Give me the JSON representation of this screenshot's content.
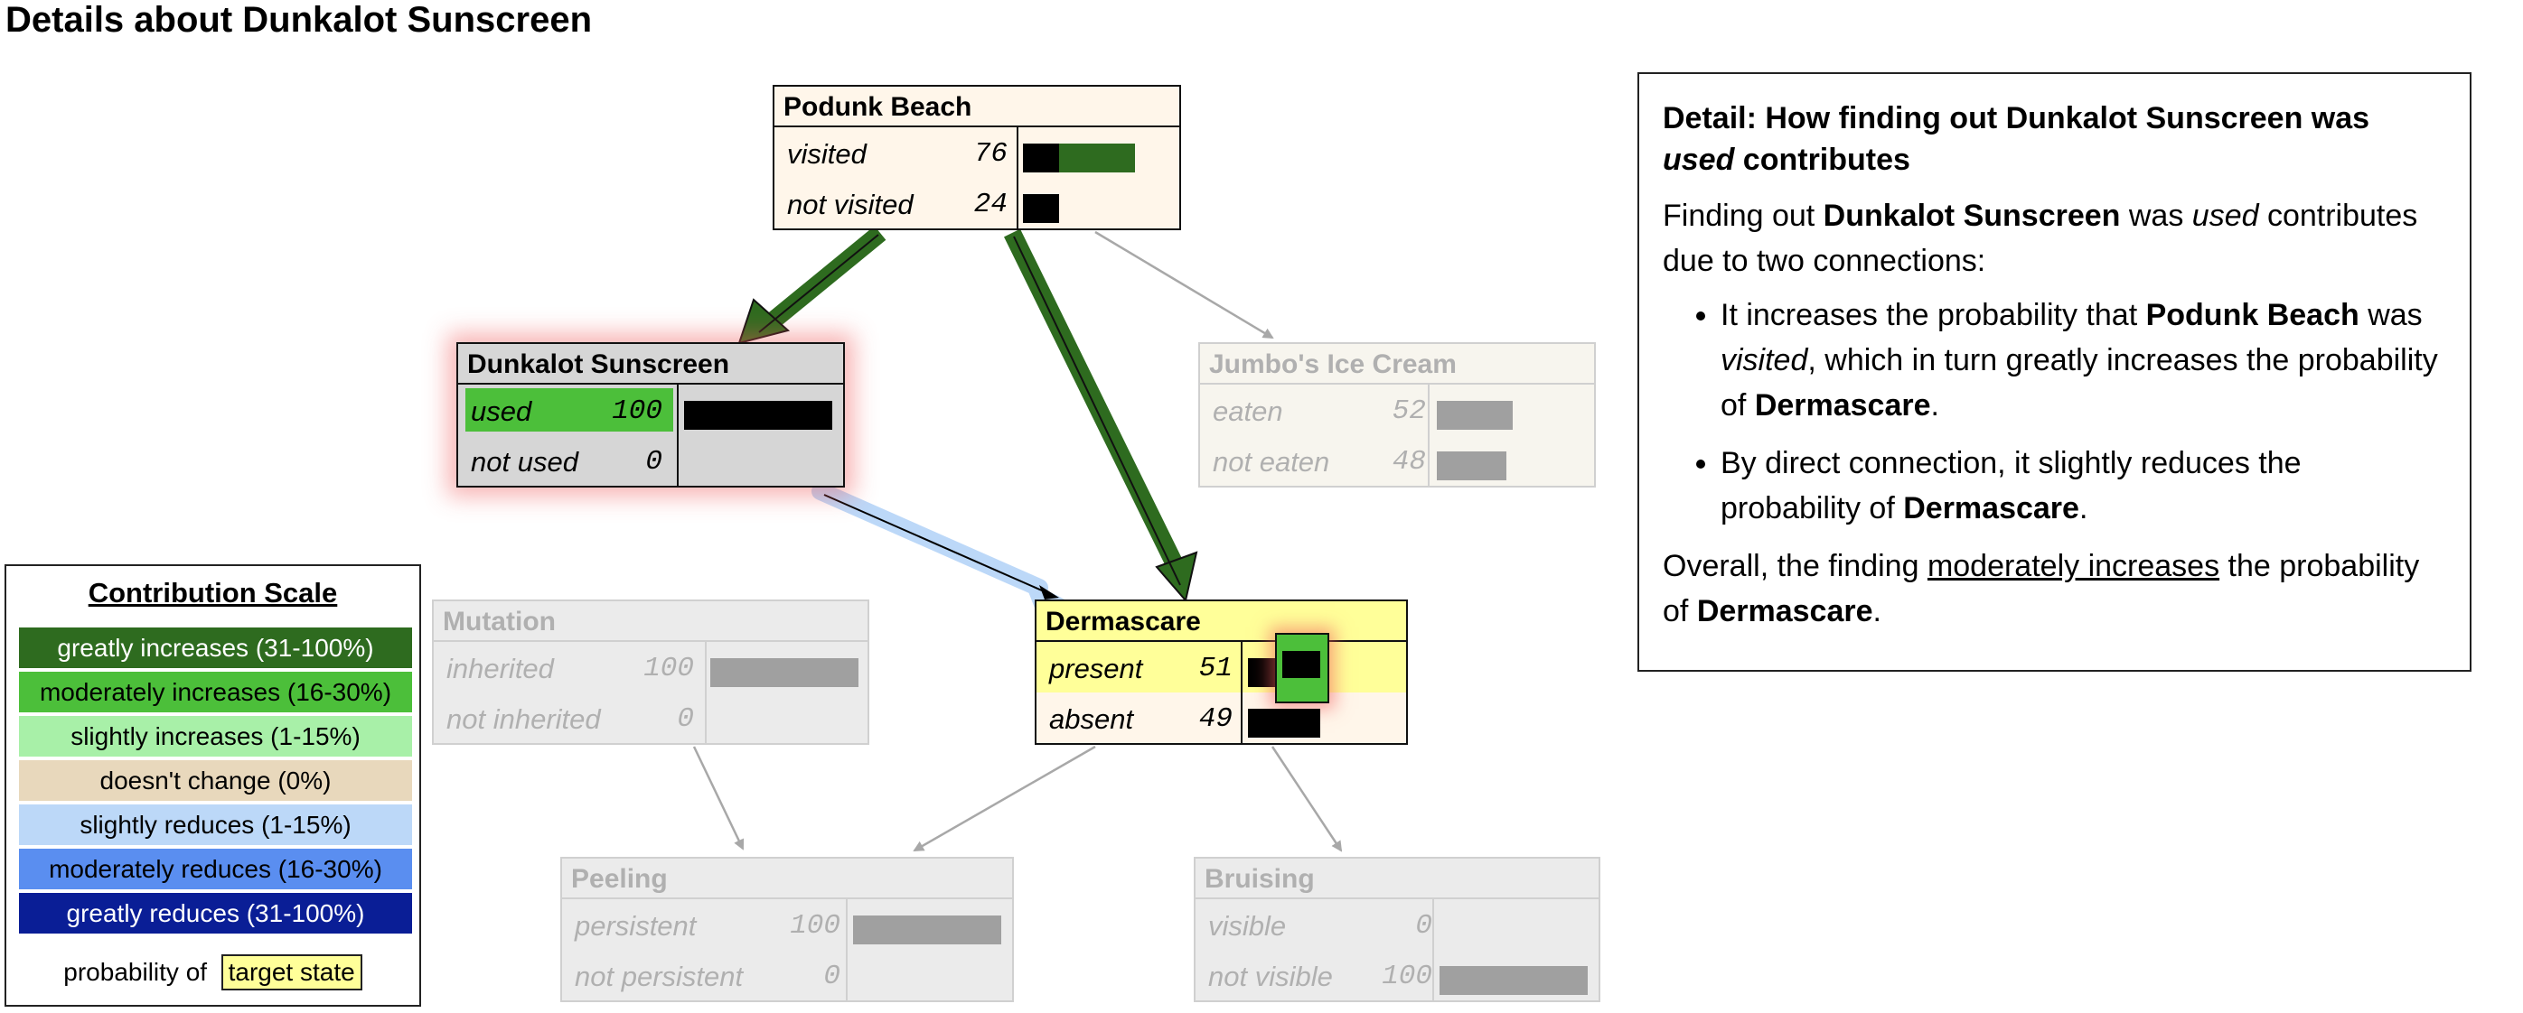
{
  "page_title": "Details about Dunkalot Sunscreen",
  "nodes": {
    "podunk": {
      "title": "Podunk Beach",
      "states": [
        {
          "name": "visited",
          "value": "76"
        },
        {
          "name": "not visited",
          "value": "24"
        }
      ]
    },
    "dunkalot": {
      "title": "Dunkalot Sunscreen",
      "states": [
        {
          "name": "used",
          "value": "100"
        },
        {
          "name": "not used",
          "value": "0"
        }
      ]
    },
    "jumbo": {
      "title": "Jumbo's Ice Cream",
      "states": [
        {
          "name": "eaten",
          "value": "52"
        },
        {
          "name": "not eaten",
          "value": "48"
        }
      ]
    },
    "mutation": {
      "title": "Mutation",
      "states": [
        {
          "name": "inherited",
          "value": "100"
        },
        {
          "name": "not inherited",
          "value": "0"
        }
      ]
    },
    "dermascare": {
      "title": "Dermascare",
      "states": [
        {
          "name": "present",
          "value": "51"
        },
        {
          "name": "absent",
          "value": "49"
        }
      ]
    },
    "peeling": {
      "title": "Peeling",
      "states": [
        {
          "name": "persistent",
          "value": "100"
        },
        {
          "name": "not persistent",
          "value": "0"
        }
      ]
    },
    "bruising": {
      "title": "Bruising",
      "states": [
        {
          "name": "visible",
          "value": "0"
        },
        {
          "name": "not visible",
          "value": "100"
        }
      ]
    }
  },
  "detail": {
    "title_pre": "Detail: How finding out Dunkalot Sunscreen was ",
    "title_em": "used",
    "title_post": " contributes",
    "intro_pre": "Finding out ",
    "intro_bold": "Dunkalot Sunscreen",
    "intro_mid": " was ",
    "intro_em": "used",
    "intro_post": " contributes due to two connections:",
    "b1_pre": "It increases the probability that ",
    "b1_bold": "Podunk Beach",
    "b1_mid": " was ",
    "b1_em": "visited",
    "b1_mid2": ", which in turn greatly increases the probability of ",
    "b1_bold2": "Dermascare",
    "b1_end": ".",
    "b2_pre": "By direct connection, it slightly reduces the probability of ",
    "b2_bold": "Dermascare",
    "b2_end": ".",
    "overall_pre": "Overall, the finding ",
    "overall_u": "moderately increases",
    "overall_mid": " the probability of ",
    "overall_bold": "Dermascare",
    "overall_end": "."
  },
  "legend": {
    "title": "Contribution Scale",
    "items": [
      {
        "label": "greatly increases (31-100%)",
        "color": "#2e6b1f",
        "text": "#ffffff"
      },
      {
        "label": "moderately increases (16-30%)",
        "color": "#4cbf3a",
        "text": "#000000"
      },
      {
        "label": "slightly increases (1-15%)",
        "color": "#a8f0a8",
        "text": "#000000"
      },
      {
        "label": "doesn't change (0%)",
        "color": "#e8d8bc",
        "text": "#000000"
      },
      {
        "label": "slightly reduces (1-15%)",
        "color": "#bcd8f8",
        "text": "#000000"
      },
      {
        "label": "moderately reduces (16-30%)",
        "color": "#5a8ef0",
        "text": "#000000"
      },
      {
        "label": "greatly reduces (31-100%)",
        "color": "#0a1e96",
        "text": "#ffffff"
      }
    ],
    "prob_label": "probability of",
    "target_label": "target state"
  },
  "colors": {
    "green_dark": "#2e6b1f",
    "green_mid": "#4cbf3a",
    "blue_light": "#bcd8f8",
    "target_yellow": "#ffff99",
    "faded_grey": "#a0a0a0"
  }
}
